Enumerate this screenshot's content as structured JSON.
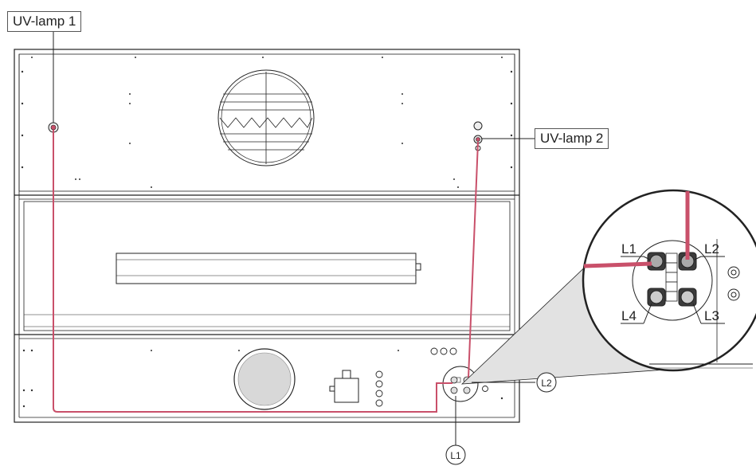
{
  "callouts": {
    "uv_lamp_1": "UV-lamp 1",
    "uv_lamp_2": "UV-lamp 2"
  },
  "circle_markers": {
    "l1": "L1",
    "l2": "L2"
  },
  "zoom_labels": {
    "l1": "L1",
    "l2": "L2",
    "l3": "L3",
    "l4": "L4"
  },
  "colors": {
    "cable": "#c9506a",
    "line": "#222222",
    "zoom_cone": "#e2e2e2"
  }
}
